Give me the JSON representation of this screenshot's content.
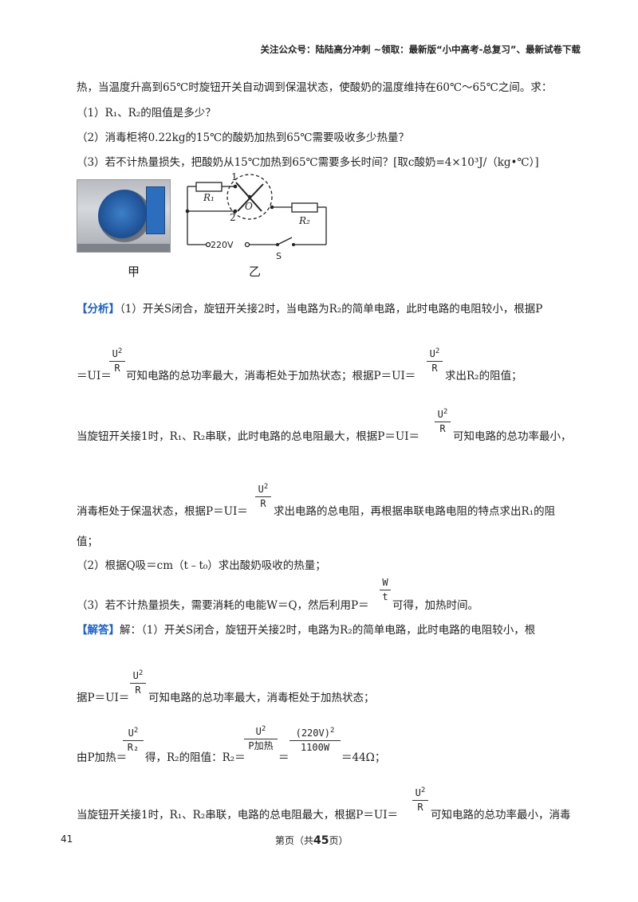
{
  "header": "关注公众号：陆陆高分冲刺 ~领取：最新版“小中高考-总复习”、最新试卷下载",
  "intro": "热，当温度升高到65℃时旋钮开关自动调到保温状态，使酸奶的温度维持在60℃～65℃之间。求：",
  "q1": "（1）R₁、R₂的阻值是多少？",
  "q2": "（2）消毒柜将0.22kg的15℃的酸奶加热到65℃需要吸收多少热量？",
  "q3": "（3）若不计热量损失，把酸奶从15℃加热到65℃需要多长时间？[取c酸奶=4×10³J/（kg•℃）]",
  "figure": {
    "label_jia": "甲",
    "label_yi": "乙",
    "r1": "R₁",
    "r2": "R₂",
    "pos1": "1",
    "pos2": "2",
    "knob": "O",
    "voltage": "220V",
    "switch": "S"
  },
  "analysis": {
    "tag": "【分析】",
    "p1": "（1）开关S闭合，旋钮开关接2时，当电路为R₂的简单电路，此时电路的电阻较小，根据P",
    "p2a": "＝UI＝",
    "p2b": "可知电路的总功率最大，消毒柜处于加热状态；根据P＝UI＝",
    "p2c": "求出R₂的阻值；",
    "p3a": "当旋钮开关接1时，R₁、R₂串联，此时电路的总电阻最大，根据P＝UI＝",
    "p3b": "可知电路的总功率最小，",
    "p4a": "消毒柜处于保温状态，根据P＝UI＝",
    "p4b": "求出电路的总电阻，再根据串联电路电阻的特点求出R₁的阻",
    "p5": "值；",
    "p6": "（2）根据Q吸＝cm（t﹣t₀）求出酸奶吸收的热量；",
    "p7a": "（3）若不计热量损失，需要消耗的电能W＝Q，然后利用P＝",
    "p7b": "可得，加热时间。"
  },
  "answer": {
    "tag": "【解答】",
    "p1": "解：（1）开关S闭合，旋钮开关接2时，电路为R₂的简单电路，此时电路的电阻较小，根",
    "p2a": "据P＝UI＝",
    "p2b": "可知电路的总功率最大，消毒柜处于加热状态；",
    "p3a": "由P加热＝",
    "p3b": "得，R₂的阻值：R₂＝",
    "p3c": "＝",
    "p3d": "＝44Ω；",
    "p4a": "当旋钮开关接1时，R₁、R₂串联，电路的总电阻最大，根据P＝UI＝",
    "p4b": "可知电路的总功率最小，消毒"
  },
  "fractions": {
    "u2": "U",
    "sq": "2",
    "r": "R",
    "w": "W",
    "t": "t",
    "r2": "R₂",
    "pheat": "P加热",
    "v220": "(220V)",
    "w1100": "1100W"
  },
  "footer": {
    "page": "41",
    "center_a": "第页（共",
    "center_b": "45",
    "center_c": "页）"
  }
}
